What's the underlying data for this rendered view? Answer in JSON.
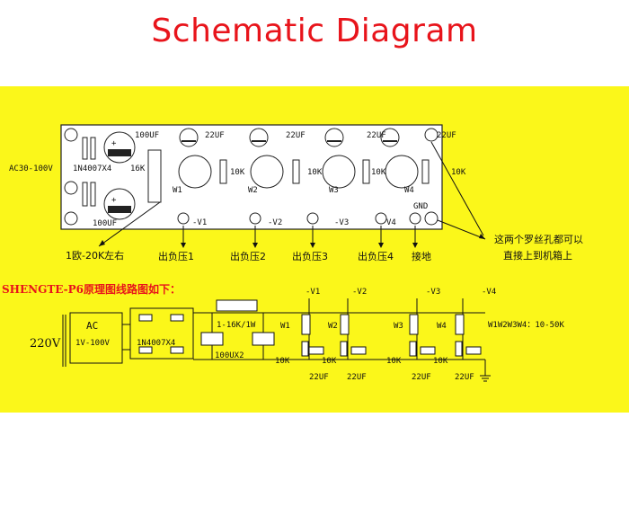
{
  "title": "Schematic Diagram",
  "colors": {
    "title": "#e8141b",
    "panel": "#fbf71a",
    "board": "#ffffff",
    "ink": "#111111"
  },
  "board": {
    "input_label": "AC30-100V",
    "diode_label": "1N4007X4",
    "cap_label_top": "100UF",
    "cap_label_bottom": "100UF",
    "res_16k": "16K",
    "cap_22uf_1": "22UF",
    "cap_22uf_2": "22UF",
    "cap_22uf_3": "22UF",
    "cap_22uf_4": "22UF",
    "res_10k_1": "10K",
    "res_10k_2": "10K",
    "res_10k_3": "10K",
    "res_10k_4": "10K",
    "pot_w1": "W1",
    "pot_w2": "W2",
    "pot_w3": "W3",
    "pot_w4": "W4",
    "out_v1": "-V1",
    "out_v2": "-V2",
    "out_v3": "-V3",
    "out_v4": "V4",
    "gnd": "GND"
  },
  "callouts": {
    "range": "1欧-20K左右",
    "neg1": "出负压1",
    "neg2": "出负压2",
    "neg3": "出负压3",
    "neg4": "出负压4",
    "ground": "接地",
    "screw_line1": "这两个罗丝孔都可以",
    "screw_line2": "直接上到机箱上"
  },
  "schematic": {
    "heading": "SHENGTE-P6原理图线路图如下：",
    "mains": "220V",
    "ac": "AC",
    "ac_range": "1V-100V",
    "diode": "1N4007X4",
    "res": "1-16K/1W",
    "cap": "100UX2",
    "pot_range": "W1W2W3W4：10-50K",
    "v1": "-V1",
    "v2": "-V2",
    "v3": "-V3",
    "v4": "-V4",
    "w1": "W1",
    "w2": "W2",
    "w3": "W3",
    "w4": "W4",
    "k1": "10K",
    "k2": "10K",
    "k3": "10K",
    "k4": "10K",
    "c1": "22UF",
    "c2": "22UF",
    "c3": "22UF",
    "c4": "22UF"
  }
}
